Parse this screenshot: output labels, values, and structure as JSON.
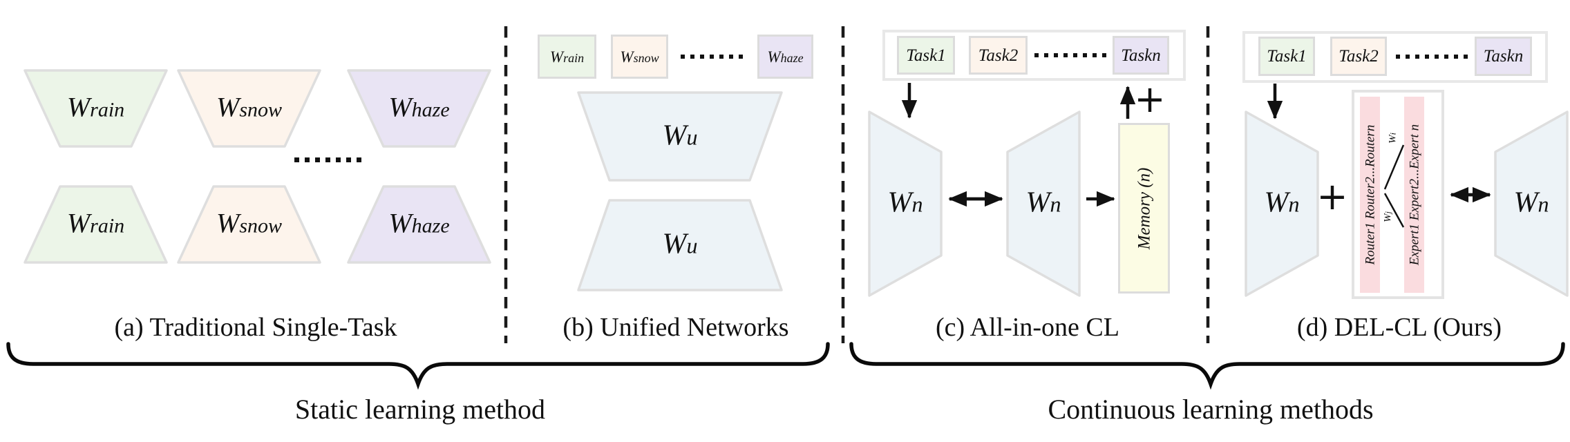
{
  "palette": {
    "green": "#ecf5e8",
    "peach": "#fdf4ec",
    "purple": "#e9e4f4",
    "blue": "#edf3f7",
    "yellow": "#fcfce4",
    "pink": "#fadcdf",
    "border_gray": "#dedede",
    "ink": "#111111"
  },
  "section_a": {
    "caption": "(a) Traditional Single-Task",
    "row1": [
      {
        "w": "W",
        "sub": "rain"
      },
      {
        "w": "W",
        "sub": "snow"
      },
      {
        "w": "W",
        "sub": "haze"
      }
    ],
    "row2": [
      {
        "w": "W",
        "sub": "rain"
      },
      {
        "w": "W",
        "sub": "snow"
      },
      {
        "w": "W",
        "sub": "haze"
      }
    ]
  },
  "section_b": {
    "caption": "(b) Unified Networks",
    "chips": [
      {
        "w": "W",
        "sub": "rain"
      },
      {
        "w": "W",
        "sub": "snow"
      },
      {
        "w": "W",
        "sub": "haze"
      }
    ],
    "unified": [
      {
        "w": "W",
        "sub": "u"
      },
      {
        "w": "W",
        "sub": "u"
      }
    ]
  },
  "section_c": {
    "caption": "(c) All-in-one CL",
    "tasks": [
      "Task1",
      "Task2",
      "Taskn"
    ],
    "encoder": {
      "w": "W",
      "sub": "n"
    },
    "decoder": {
      "w": "W",
      "sub": "n"
    },
    "memory": "Memory (n)",
    "plus": "+"
  },
  "section_d": {
    "caption": "(d) DEL-CL (Ours)",
    "tasks": [
      "Task1",
      "Task2",
      "Taskn"
    ],
    "encoder": {
      "w": "W",
      "sub": "n"
    },
    "decoder": {
      "w": "W",
      "sub": "n"
    },
    "plus": "+",
    "router": "Router1 Router2...Routern",
    "expert": "Expert1 Expert2...Expert n",
    "wi": {
      "w": "W",
      "sub": "i"
    },
    "wj": {
      "w": "W",
      "sub": "j"
    }
  },
  "groups": {
    "static": "Static learning method",
    "continuous": "Continuous learning methods"
  }
}
